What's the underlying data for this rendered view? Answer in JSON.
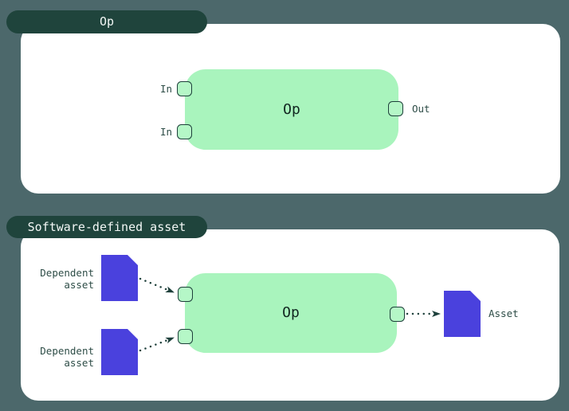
{
  "colors": {
    "background": "#4c686b",
    "tab-bg": "#1f443c",
    "tab-text": "#f2f7f5",
    "card-bg": "#ffffff",
    "node-bg": "#a9f4bd",
    "handle-bg": "#b5f7c7",
    "ink": "#1d3f3a",
    "label-text": "#2e4d47",
    "node-text": "#112620",
    "asset-purple": "#4a41dd"
  },
  "sections": {
    "op": {
      "tab_label": "Op",
      "node_label": "Op",
      "input_labels": [
        "In",
        "In"
      ],
      "output_label": "Out"
    },
    "sda": {
      "tab_label": "Software-defined asset",
      "node_label": "Op",
      "dependent_asset_labels": [
        "Dependent asset",
        "Dependent asset"
      ],
      "asset_label": "Asset"
    }
  }
}
